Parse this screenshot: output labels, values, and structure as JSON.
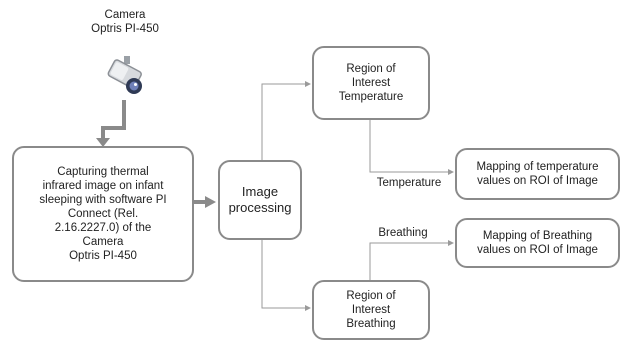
{
  "camera": {
    "label": "Camera\nOptris PI-450",
    "icon": "camera-icon"
  },
  "nodes": {
    "capture": "Capturing thermal\ninfrared image on infant\nsleeping with software PI\nConnect (Rel.\n2.16.2227.0) of the\nCamera\nOptris PI-450",
    "processing": "Image\nprocessing",
    "roi_temperature": "Region of\nInterest\nTemperature",
    "roi_breathing": "Region of\nInterest\nBreathing",
    "map_temperature": "Mapping of temperature\nvalues on ROI of Image",
    "map_breathing": "Mapping of Breathing\nvalues on ROI of Image"
  },
  "edge_labels": {
    "temperature": "Temperature",
    "breathing": "Breathing"
  },
  "colors": {
    "box_border": "#8a8a8a",
    "connector": "#9a9a9a",
    "arrow": "#8a8a8a"
  }
}
